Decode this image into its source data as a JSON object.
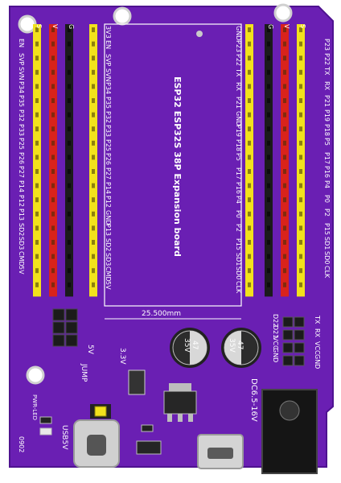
{
  "board": {
    "title": "ESP32 ESP32S 38P Expansion board",
    "dimension": "25.500mm",
    "jump": "JUMP",
    "power_in": "DC6.5-16V",
    "usb": "USB5V",
    "code": "0902",
    "pwr_led": "PWR-LED",
    "header_vgs_left": [
      "S",
      "V",
      "G"
    ],
    "header_gvs_right": [
      "G",
      "V",
      "S"
    ],
    "v33": "3.3V",
    "v5": "5V",
    "uart_pins": [
      "TX",
      "RX",
      "VCC",
      "GND"
    ],
    "uart_labels": [
      "D22",
      "D21",
      "VCC",
      "GND"
    ]
  },
  "pins_left": [
    "3V3",
    "EN",
    "SVP",
    "SVN",
    "P34",
    "P35",
    "P32",
    "P33",
    "P25",
    "P26",
    "P27",
    "P14",
    "P12",
    "GND",
    "P13",
    "SD2",
    "SD3",
    "CMD",
    "5V"
  ],
  "pins_right": [
    "GND",
    "P23",
    "P22",
    "TX",
    "RX",
    "P21",
    "GND",
    "P19",
    "P18",
    "P5",
    "P17",
    "P16",
    "P4",
    "P0",
    "P2",
    "P15",
    "SD1",
    "SD0",
    "CLK"
  ],
  "pins_left_outer": [
    "EN",
    "SVP",
    "SVN",
    "P34",
    "P35",
    "P32",
    "P33",
    "P25",
    "P26",
    "P27",
    "P14",
    "P12",
    "P13",
    "SD2",
    "SD3",
    "CMD",
    "5V"
  ],
  "pins_right_outer": [
    "P23",
    "P22",
    "TX",
    "RX",
    "P21",
    "P19",
    "P18",
    "P5",
    "P17",
    "P16",
    "P4",
    "P0",
    "P2",
    "P15",
    "SD1",
    "SD0",
    "CLK"
  ],
  "caps": [
    {
      "value": "47",
      "voltage": "35V"
    },
    {
      "value": "47",
      "voltage": "35V"
    }
  ],
  "colors": {
    "pcb": "#6a1fb3",
    "pcb_dark": "#4e1290",
    "header_yellow": "#f2e21c",
    "header_red": "#d9231b",
    "header_black": "#1b1b1b",
    "copper": "#c9c9c9"
  }
}
